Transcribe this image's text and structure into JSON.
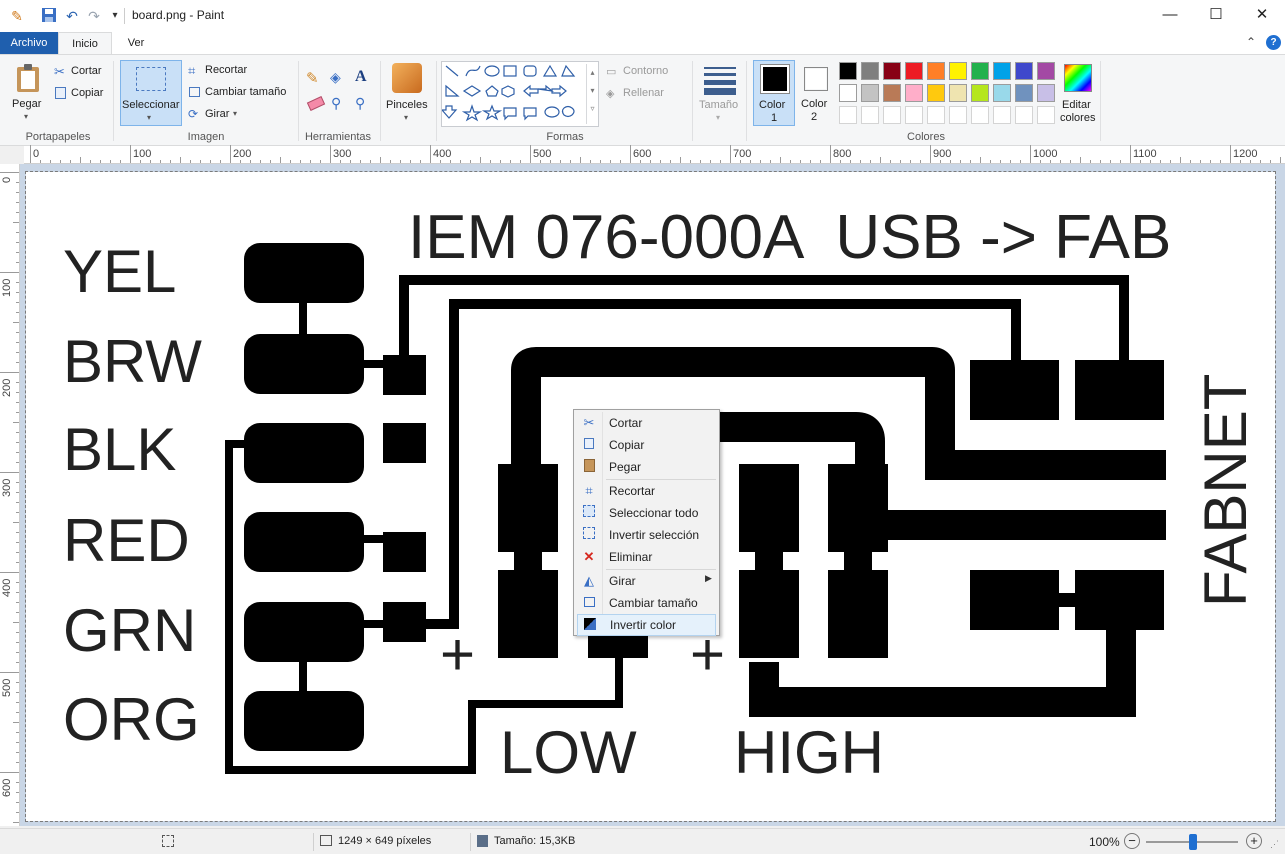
{
  "window": {
    "title": "board.png - Paint",
    "minimize": "—",
    "maximize": "☐",
    "close": "✕"
  },
  "quick_access": {
    "app_icon": "paint-app-icon",
    "save": "save-icon",
    "undo": "undo-icon",
    "redo": "redo-icon",
    "customize": "▾"
  },
  "tabs": {
    "archivo": "Archivo",
    "inicio": "Inicio",
    "ver": "Ver",
    "collapse": "⌃",
    "help": "?"
  },
  "ribbon": {
    "portapapeles": {
      "label": "Portapapeles",
      "pegar": "Pegar",
      "cortar": "Cortar",
      "copiar": "Copiar"
    },
    "imagen": {
      "label": "Imagen",
      "seleccionar": "Seleccionar",
      "recortar": "Recortar",
      "cambiar_tamano": "Cambiar tamaño",
      "girar": "Girar"
    },
    "herramientas": {
      "label": "Herramientas"
    },
    "pinceles": {
      "label": "Pinceles"
    },
    "formas": {
      "label": "Formas",
      "contorno": "Contorno",
      "rellenar": "Rellenar"
    },
    "tamano": {
      "label": "Tamaño"
    },
    "color1": {
      "label": "Color",
      "num": "1",
      "value": "#000000"
    },
    "color2": {
      "label": "Color",
      "num": "2",
      "value": "#ffffff"
    },
    "colores": {
      "label": "Colores",
      "editar1": "Editar",
      "editar2": "colores"
    }
  },
  "palette_row1": [
    "#000000",
    "#7f7f7f",
    "#880015",
    "#ed1c24",
    "#ff7f27",
    "#fff200",
    "#22b14c",
    "#00a2e8",
    "#3f48cc",
    "#a349a4"
  ],
  "palette_row2": [
    "#ffffff",
    "#c3c3c3",
    "#b97a57",
    "#ffaec9",
    "#ffc90e",
    "#efe4b0",
    "#b5e61d",
    "#99d9ea",
    "#7092be",
    "#c8bfe7"
  ],
  "ruler_top": [
    "0",
    "100",
    "200",
    "300",
    "400",
    "500",
    "600",
    "700",
    "800",
    "900",
    "1000",
    "1100",
    "1200"
  ],
  "ruler_left": [
    "0",
    "100",
    "200",
    "300",
    "400",
    "500",
    "600"
  ],
  "board": {
    "title": "IEM 076-000A  USB -> FAB",
    "wires": [
      "YEL",
      "BRW",
      "BLK",
      "RED",
      "GRN",
      "ORG"
    ],
    "fabnet": "FABNET",
    "plus1": "+",
    "plus2": "+",
    "low": "LOW",
    "high": "HIGH"
  },
  "context_menu": {
    "cortar": "Cortar",
    "copiar": "Copiar",
    "pegar": "Pegar",
    "recortar": "Recortar",
    "seleccionar_todo": "Seleccionar todo",
    "invertir_seleccion": "Invertir selección",
    "eliminar": "Eliminar",
    "girar": "Girar",
    "cambiar_tamano": "Cambiar tamaño",
    "invertir_color": "Invertir color"
  },
  "status": {
    "dimensions": "1249 × 649 píxeles",
    "size": "Tamaño: 15,3KB",
    "zoom": "100%"
  }
}
